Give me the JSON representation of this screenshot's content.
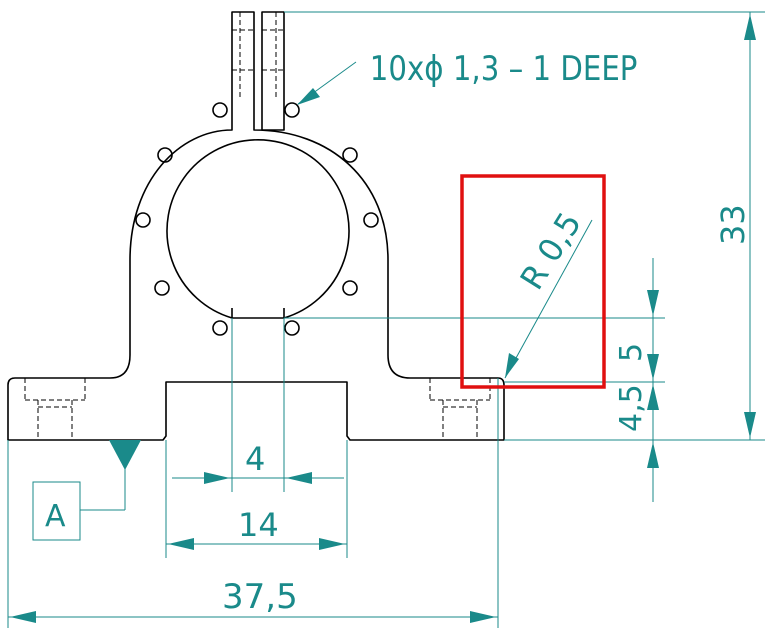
{
  "annotations": {
    "hole_note": "10xϕ 1,3 – 1 DEEP",
    "radius": "R 0,5",
    "height_total": "33",
    "dim_5": "5",
    "dim_4_5": "4,5",
    "dim_4": "4",
    "dim_14": "14",
    "dim_37_5": "37,5",
    "datum": "A"
  },
  "colors": {
    "dimension": "#1a8a8a",
    "outline": "#000000",
    "highlight": "#e01010"
  }
}
